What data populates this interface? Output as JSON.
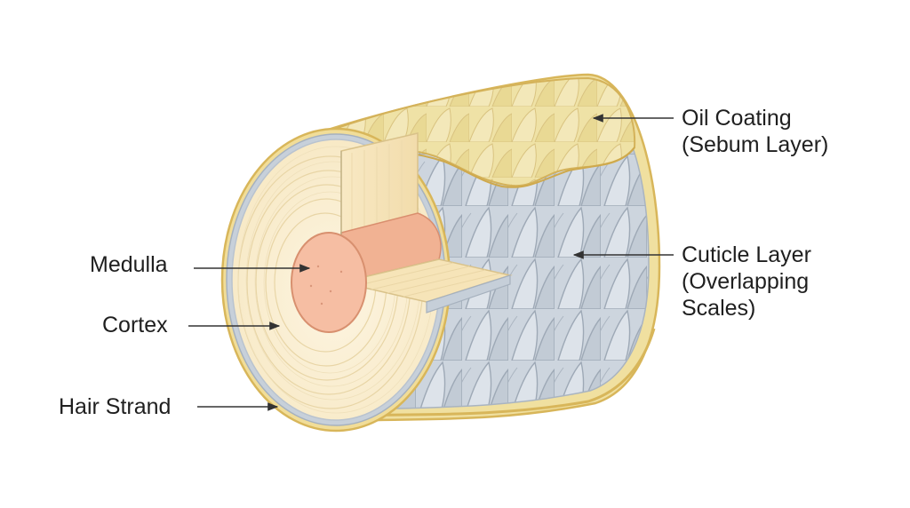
{
  "labels": {
    "oil_coating": {
      "line1": "Oil Coating",
      "line2": "(Sebum Layer)"
    },
    "cuticle": {
      "line1": "Cuticle Layer",
      "line2": "(Overlapping",
      "line3": "Scales)"
    },
    "medulla": "Medulla",
    "cortex": "Cortex",
    "hair_strand": "Hair Strand"
  },
  "colors": {
    "oil": "#efe1a3",
    "oil_edge": "#d8b65a",
    "cuticle": "#cdd5de",
    "cuticle_shadow": "#a9b4c1",
    "cortex": "#fbf0d6",
    "cortex_lines": "#e6d3a4",
    "medulla": "#f4b79c",
    "leader": "#333333"
  }
}
